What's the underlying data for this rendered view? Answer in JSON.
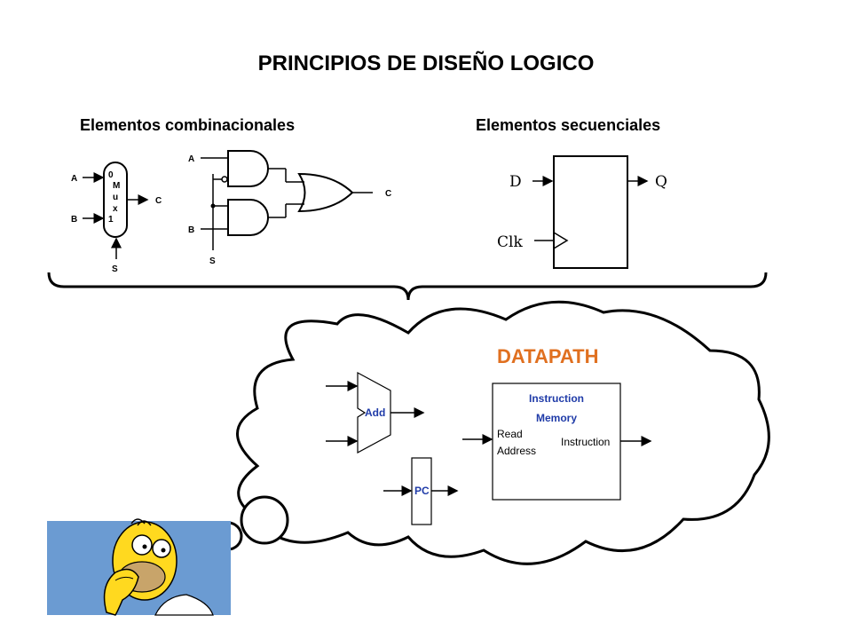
{
  "title": "PRINCIPIOS DE DISEÑO LOGICO",
  "sections": {
    "combinational": "Elementos combinacionales",
    "sequential": "Elementos secuenciales"
  },
  "mux": {
    "inputs": [
      "A",
      "B"
    ],
    "select": "S",
    "output": "C",
    "body_letters": [
      "M",
      "u",
      "x"
    ],
    "port_labels": [
      "0",
      "1"
    ]
  },
  "gates": {
    "inputs": [
      "A",
      "B"
    ],
    "select": "S",
    "output": "C"
  },
  "flipflop": {
    "d": "D",
    "q": "Q",
    "clk": "Clk"
  },
  "datapath": {
    "title": "DATAPATH",
    "adder": "Add",
    "pc": "PC",
    "imem_title_1": "Instruction",
    "imem_title_2": "Memory",
    "read": "Read",
    "address": "Address",
    "instruction": "Instruction"
  },
  "colors": {
    "datapath_title": "#E07020",
    "block_text": "#1F3BA8",
    "photo_bg": "#6B9BD2"
  }
}
